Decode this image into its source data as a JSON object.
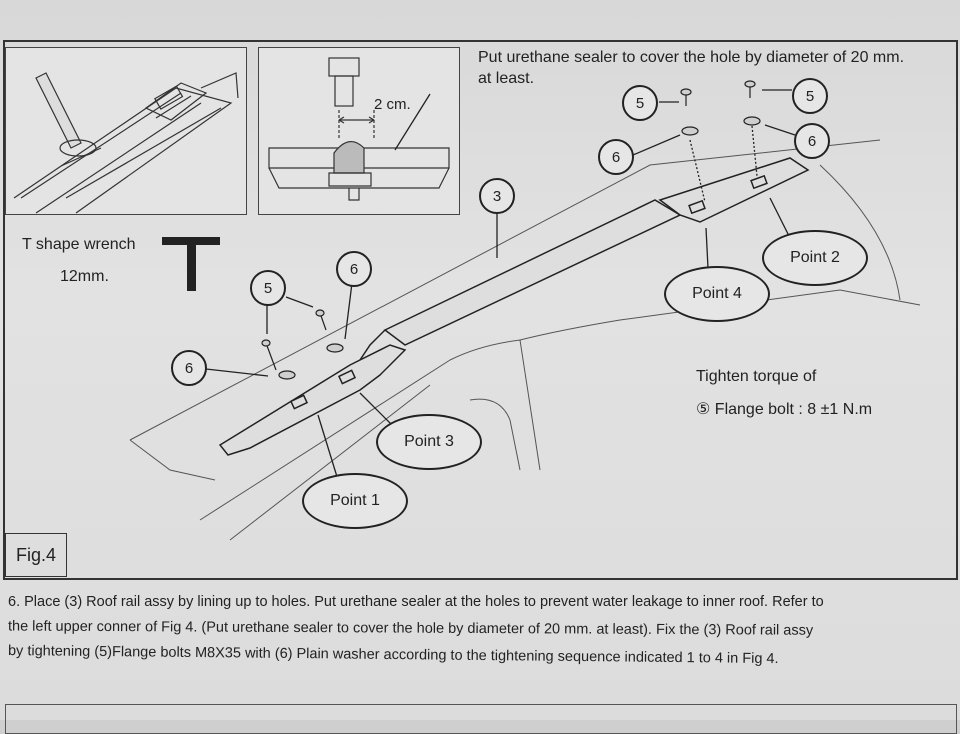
{
  "figure": {
    "label": "Fig.4",
    "sealer_note": {
      "line1": "Put urethane sealer to cover the hole by diameter of 20 mm.",
      "line2": "at least."
    },
    "dimension_label": "2 cm.",
    "tool": {
      "name": "T shape wrench",
      "size": "12mm."
    },
    "torque": {
      "line1": "Tighten torque of",
      "line2": "⑤ Flange bolt : 8 ±1 N.m"
    },
    "part_callouts": {
      "rail": "3",
      "bolt": "5",
      "washer": "6"
    },
    "points": {
      "p1": "Point 1",
      "p2": "Point 2",
      "p3": "Point 3",
      "p4": "Point 4"
    }
  },
  "instructions": {
    "line1": "6. Place (3) Roof rail assy by lining up to holes.  Put urethane sealer at the holes to prevent water leakage to inner roof. Refer to",
    "line2": "the left upper conner of Fig 4.  (Put urethane sealer to cover the hole by diameter of 20 mm. at least). Fix the (3) Roof rail assy",
    "line3": "by tightening (5)Flange bolts M8X35 with (6) Plain washer according to the tightening sequence  indicated 1 to 4 in Fig 4."
  }
}
